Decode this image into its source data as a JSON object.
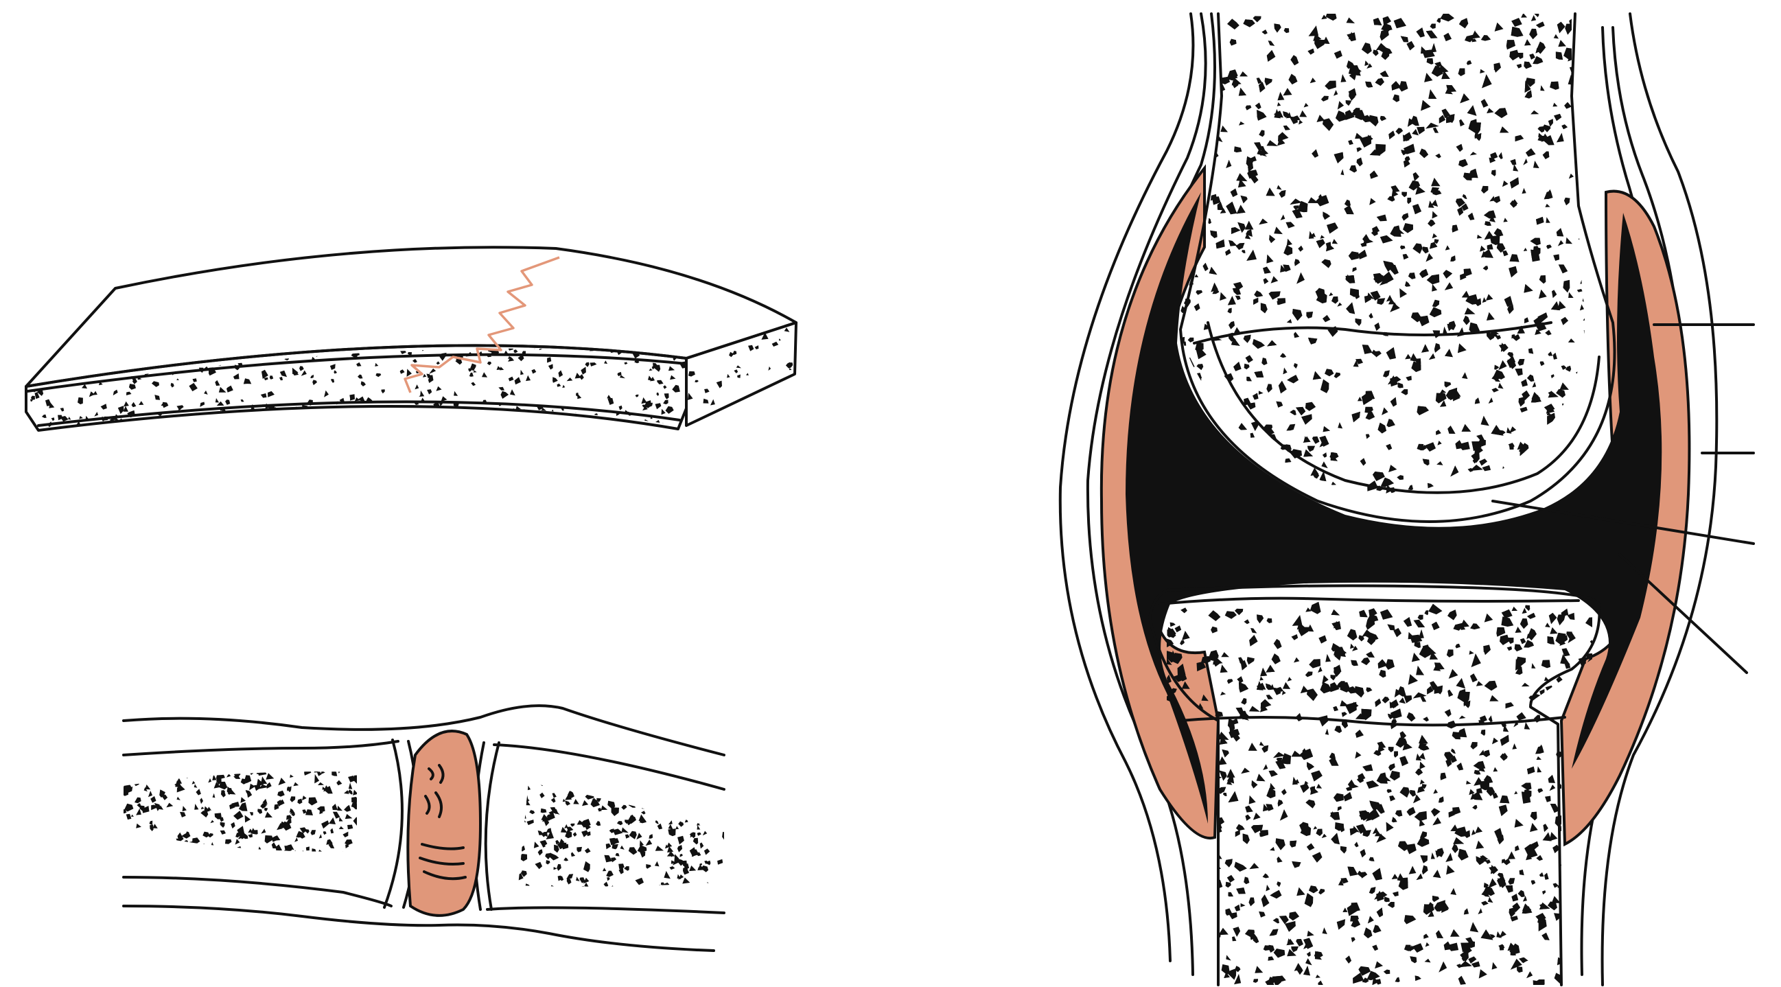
{
  "figure": {
    "panels": [
      {
        "name": "fibrous-joint-suture"
      },
      {
        "name": "cartilaginous-joint"
      },
      {
        "name": "synovial-joint"
      }
    ],
    "colors": {
      "ink": "#111111",
      "cartilage_fill": "#e0977a",
      "suture_line": "#e39779",
      "background": "#ffffff"
    },
    "leader_lines": 4,
    "labels": []
  }
}
